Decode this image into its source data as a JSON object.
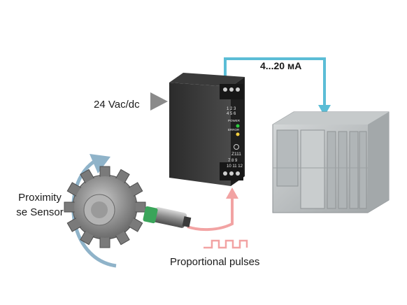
{
  "labels": {
    "supply": "24 Vac/dc",
    "output_current": "4...20 мA",
    "sensor_line1": "Proximity",
    "sensor_line2": "se Sensor",
    "pulses": "Proportional pulses"
  },
  "module": {
    "model": "Z111",
    "led_power_label": "POWER",
    "led_error_label": "ERROR",
    "terminals_top_row1": "1 2 3",
    "terminals_top_row2": "4 5 6",
    "terminals_bottom_row1": "7 8 9",
    "terminals_bottom_row2": "10 11 12"
  },
  "colors": {
    "analog_output_wire": "#5bbdd6",
    "pulse_wire": "#f2a3a3",
    "rotation_arrow": "#8fb3c9",
    "led_power": "#2ecc40",
    "led_error": "#f4d03f",
    "sensor_tip": "#3aa55a"
  }
}
